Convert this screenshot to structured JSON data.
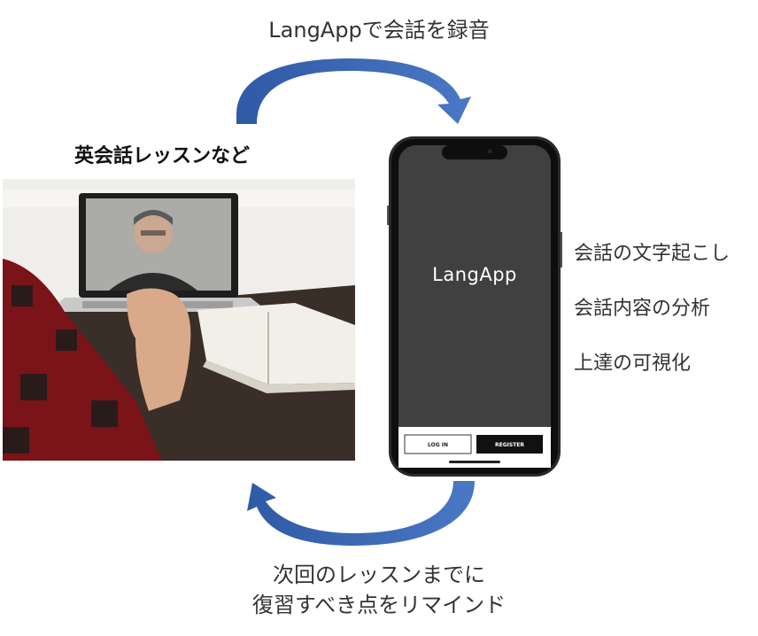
{
  "top_caption": "LangAppで会話を録音",
  "lesson_title": "英会話レッスンなど",
  "features": [
    "会話の文字起こし",
    "会話内容の分析",
    "上達の可視化"
  ],
  "bottom_caption": {
    "line1": "次回のレッスンまでに",
    "line2": "復習すべき点をリマインド"
  },
  "app": {
    "name": "LangApp",
    "login_label": "LOG IN",
    "register_label": "REGISTER"
  },
  "colors": {
    "arrow": "#3a66b0",
    "phone_screen": "#3b3b3b",
    "register_button": "#111111"
  }
}
